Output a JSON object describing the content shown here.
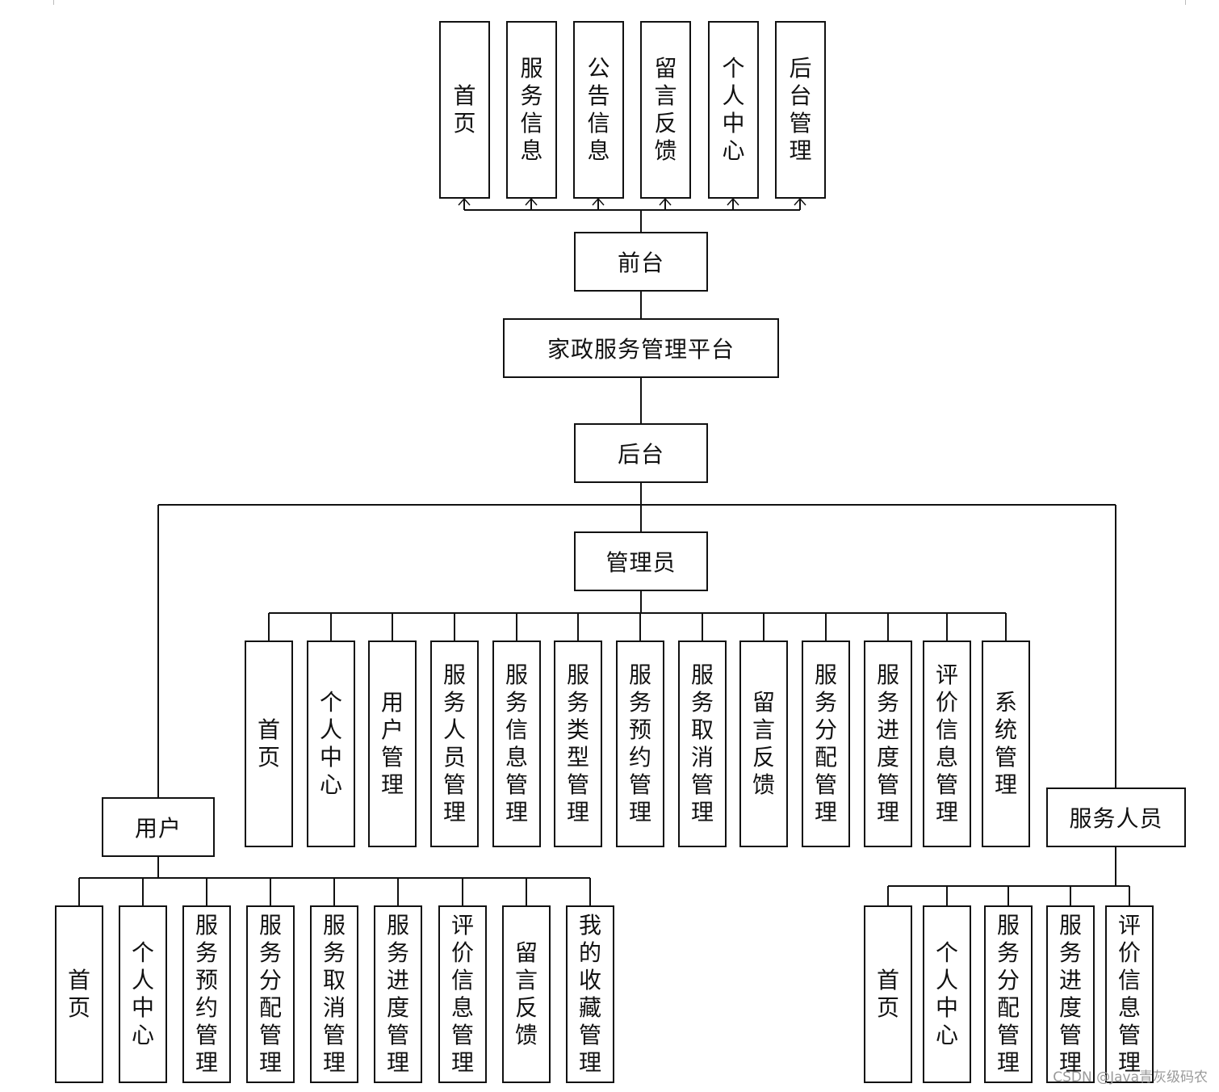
{
  "platform": "家政服务管理平台",
  "frontend": {
    "label": "前台",
    "items": [
      "首页",
      "服务信息",
      "公告信息",
      "留言反馈",
      "个人中心",
      "后台管理"
    ]
  },
  "backend": {
    "label": "后台"
  },
  "admin": {
    "label": "管理员",
    "items": [
      "首页",
      "个人中心",
      "用户管理",
      "服务人员管理",
      "服务信息管理",
      "服务类型管理",
      "服务预约管理",
      "服务取消管理",
      "留言反馈",
      "服务分配管理",
      "服务进度管理",
      "评价信息管理",
      "系统管理"
    ]
  },
  "user": {
    "label": "用户",
    "items": [
      "首页",
      "个人中心",
      "服务预约管理",
      "服务分配管理",
      "服务取消管理",
      "服务进度管理",
      "评价信息管理",
      "留言反馈",
      "我的收藏管理"
    ]
  },
  "staff": {
    "label": "服务人员",
    "items": [
      "首页",
      "个人中心",
      "服务分配管理",
      "服务进度管理",
      "评价信息管理"
    ]
  },
  "watermark": "CSDN @Java青灰级码农",
  "colors": {
    "line": "#111111",
    "box_fill": "#ffffff",
    "watermark": "#9a9a9a"
  }
}
